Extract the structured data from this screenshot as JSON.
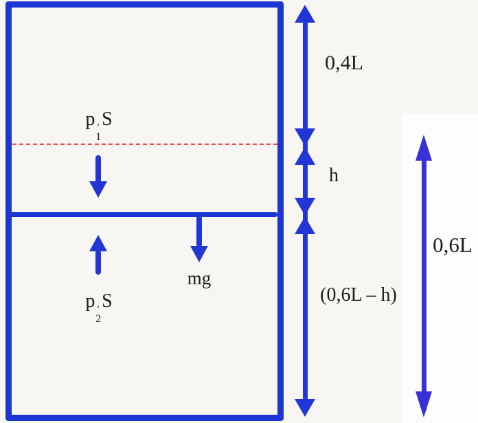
{
  "labels": {
    "force_top": {
      "base": "p",
      "prime": "′",
      "sub": "1",
      "suffix": "S"
    },
    "force_bottom": {
      "base": "p",
      "prime": "′",
      "sub": "2",
      "suffix": "S"
    },
    "weight": "mg",
    "dim_top": "0,4L",
    "dim_middle": "h",
    "dim_bottom": "(0,6L – h)",
    "dim_right": "0,6L"
  },
  "colors": {
    "container_blue": "#1d36d2",
    "arrow_blue": "#2236d6",
    "right_arrow_indigo": "#3b2fd8",
    "boundary_red": "#e94f4a",
    "background": "#f7f6f3",
    "text": "#1c1c1c"
  }
}
